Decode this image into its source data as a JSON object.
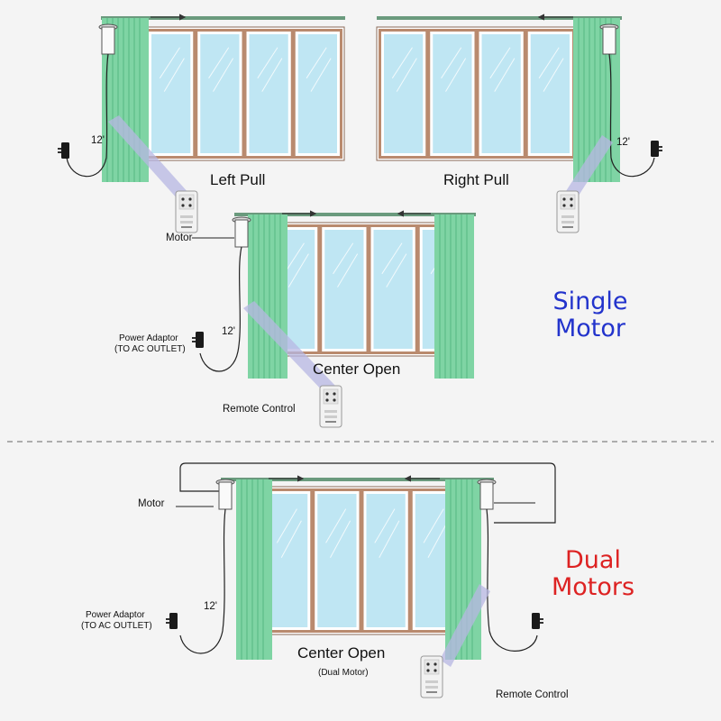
{
  "colors": {
    "frame": "#b98a6e",
    "glass": "#bfe6f3",
    "curtain": "#7fd4a4",
    "rod": "#6a9a7d",
    "beam": "#b7b7e3",
    "single_heading": "#2233cc",
    "dual_heading": "#dd2222"
  },
  "single_motor_section": {
    "heading_line1": "Single",
    "heading_line2": "Motor",
    "left_pull": {
      "label": "Left Pull",
      "cable_length": "12'"
    },
    "right_pull": {
      "label": "Right Pull",
      "cable_length": "12'"
    },
    "center_open": {
      "label": "Center Open",
      "cable_length": "12'",
      "motor_label": "Motor",
      "power_adaptor_label": "Power Adaptor",
      "power_adaptor_note": "(TO AC OUTLET)",
      "remote_label": "Remote Control"
    }
  },
  "dual_motor_section": {
    "heading_line1": "Dual",
    "heading_line2": "Motors",
    "label": "Center Open",
    "sublabel": "(Dual Motor)",
    "cable_length": "12'",
    "motor_label": "Motor",
    "power_adaptor_label": "Power Adaptor",
    "power_adaptor_note": "(TO AC OUTLET)",
    "remote_label": "Remote Control"
  }
}
